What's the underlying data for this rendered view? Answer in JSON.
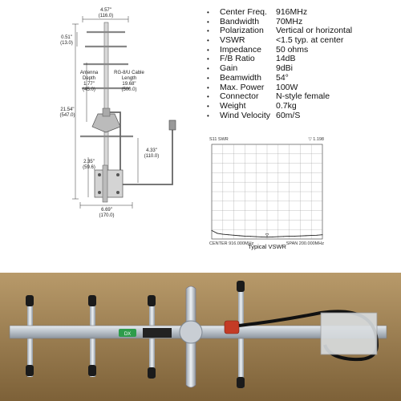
{
  "drawing": {
    "width_top": "4.57\"",
    "width_top_mm": "(116.0)",
    "spacing1": "0.51\"",
    "spacing1_mm": "(13.0)",
    "antenna_depth_label": "Antenna",
    "antenna_depth_label2": "Depth",
    "antenna_depth": "1.77\"",
    "antenna_depth_mm": "(45.0)",
    "cable_label": "RG-8/U Cable",
    "cable_label2": "Length",
    "cable_length": "19.68\"",
    "cable_length_mm": "(500.0)",
    "total_length": "21.54\"",
    "total_length_mm": "(547.0)",
    "drop": "4.33\"",
    "drop_mm": "(110.0)",
    "bracket_h": "2.35\"",
    "bracket_h_mm": "(59.6)",
    "bottom_width": "6.69\"",
    "bottom_width_mm": "(170.0)"
  },
  "specs": [
    {
      "label": "Center Freq.",
      "value": "916MHz"
    },
    {
      "label": "Bandwidth",
      "value": "70MHz"
    },
    {
      "label": "Polarization",
      "value": "Vertical or horizontal"
    },
    {
      "label": "VSWR",
      "value": "<1.5 typ. at center"
    },
    {
      "label": "Impedance",
      "value": "50 ohms"
    },
    {
      "label": "F/B Ratio",
      "value": "14dB"
    },
    {
      "label": "Gain",
      "value": "9dBi"
    },
    {
      "label": "Beamwidth",
      "value": "54°"
    },
    {
      "label": "Max. Power",
      "value": "100W"
    },
    {
      "label": "Connector",
      "value": "N-style female"
    },
    {
      "label": "Weight",
      "value": "0.7kg"
    },
    {
      "label": "Wind Velocity",
      "value": "60m/S"
    }
  ],
  "bullet_char": "•",
  "chart_data": {
    "type": "line",
    "title": "Typical VSWR",
    "top_left_label": "S11 SWR",
    "top_right_label": "▽ 1.198",
    "bottom_left_label": "CENTER 916.000MHz",
    "bottom_right_label": "SPAN 200.000MHz",
    "x": [
      816,
      826,
      836,
      846,
      856,
      866,
      876,
      886,
      896,
      906,
      916,
      926,
      936,
      946,
      956,
      966,
      976,
      986,
      996,
      1006,
      1016
    ],
    "y": [
      1.9,
      1.6,
      1.5,
      1.45,
      1.4,
      1.35,
      1.3,
      1.28,
      1.25,
      1.22,
      1.2,
      1.22,
      1.25,
      1.27,
      1.3,
      1.3,
      1.32,
      1.35,
      1.38,
      1.4,
      1.45
    ],
    "grid": true,
    "xlim": [
      816,
      1016
    ],
    "ylim": [
      1,
      11
    ],
    "line_color": "#222222"
  },
  "photo": {
    "label_text": "DX"
  }
}
